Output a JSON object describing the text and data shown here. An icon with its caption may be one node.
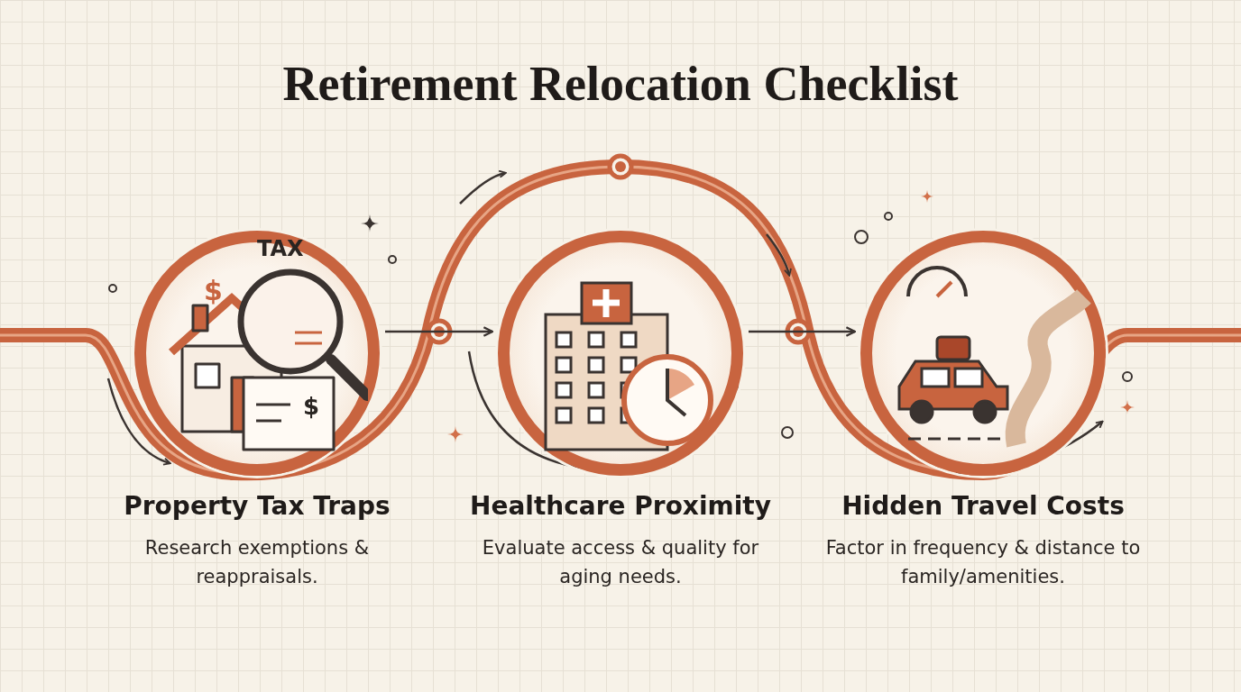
{
  "diagram": {
    "title": "Retirement Relocation Checklist",
    "nodes": [
      {
        "text": [],
        "shape": "circle",
        "beside": [
          "Property Tax Traps",
          "Research exemptions & reappraisals."
        ]
      },
      {
        "text": [],
        "shape": "circle",
        "beside": [
          "Healthcare Proximity",
          "Evaluate access & quality for aging needs."
        ]
      },
      {
        "text": [],
        "shape": "circle",
        "beside": [
          "Hidden Travel Costs",
          "Factor in frequency & distance to family/amenities."
        ]
      }
    ],
    "edges": [
      {
        "from": 0,
        "to": 1,
        "arrow": "to"
      },
      {
        "from": 1,
        "to": 2,
        "arrow": "to"
      }
    ],
    "labels": [
      "TAX",
      "$",
      "$"
    ]
  }
}
